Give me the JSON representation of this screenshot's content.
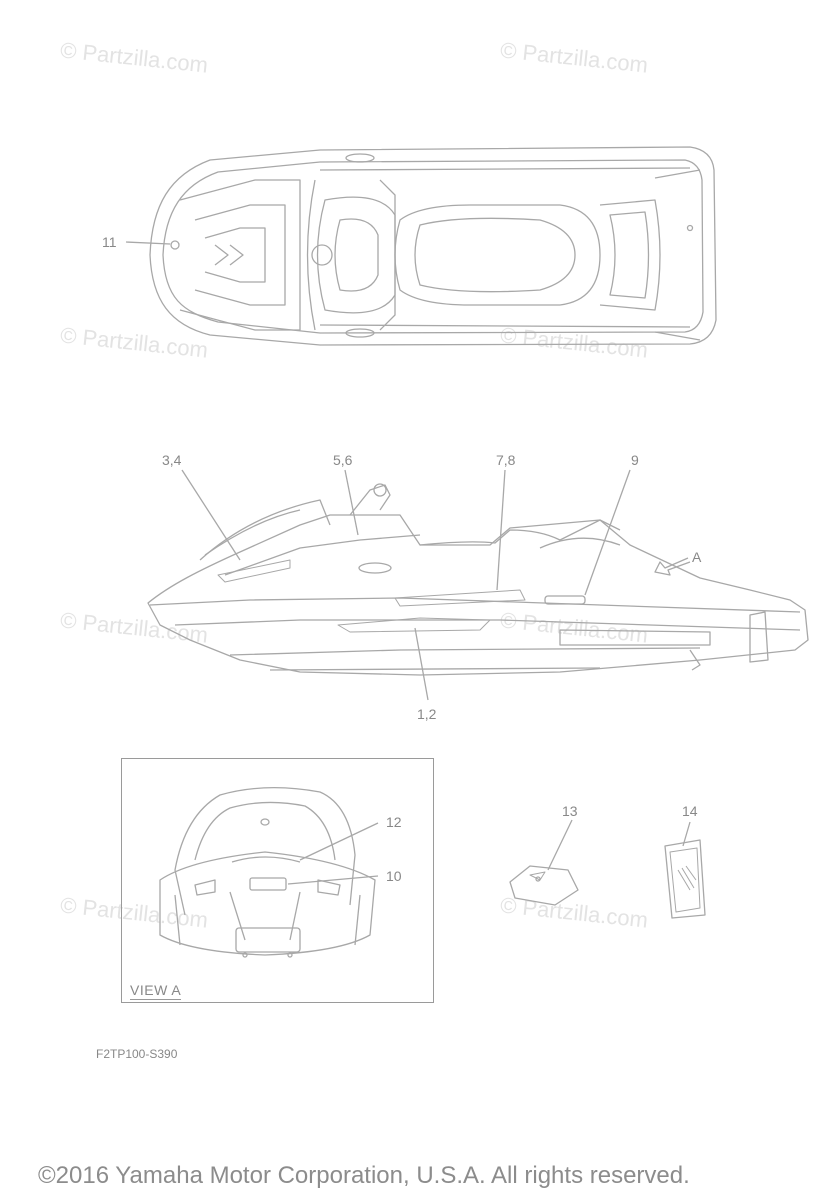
{
  "watermark": "© Partzilla.com",
  "callouts": {
    "c11": "11",
    "c34": "3,4",
    "c56": "5,6",
    "c78": "7,8",
    "c9": "9",
    "c12": "1,2",
    "cA": "A",
    "c12b": "12",
    "c10": "10",
    "c13": "13",
    "c14": "14"
  },
  "view_label": "VIEW A",
  "diagram_code": "F2TP100-S390",
  "copyright": "©2016  Yamaha Motor Corporation, U.S.A. All rights reserved.",
  "colors": {
    "line": "#a8a8a8",
    "text": "#888888",
    "watermark": "#e3e3e3"
  }
}
